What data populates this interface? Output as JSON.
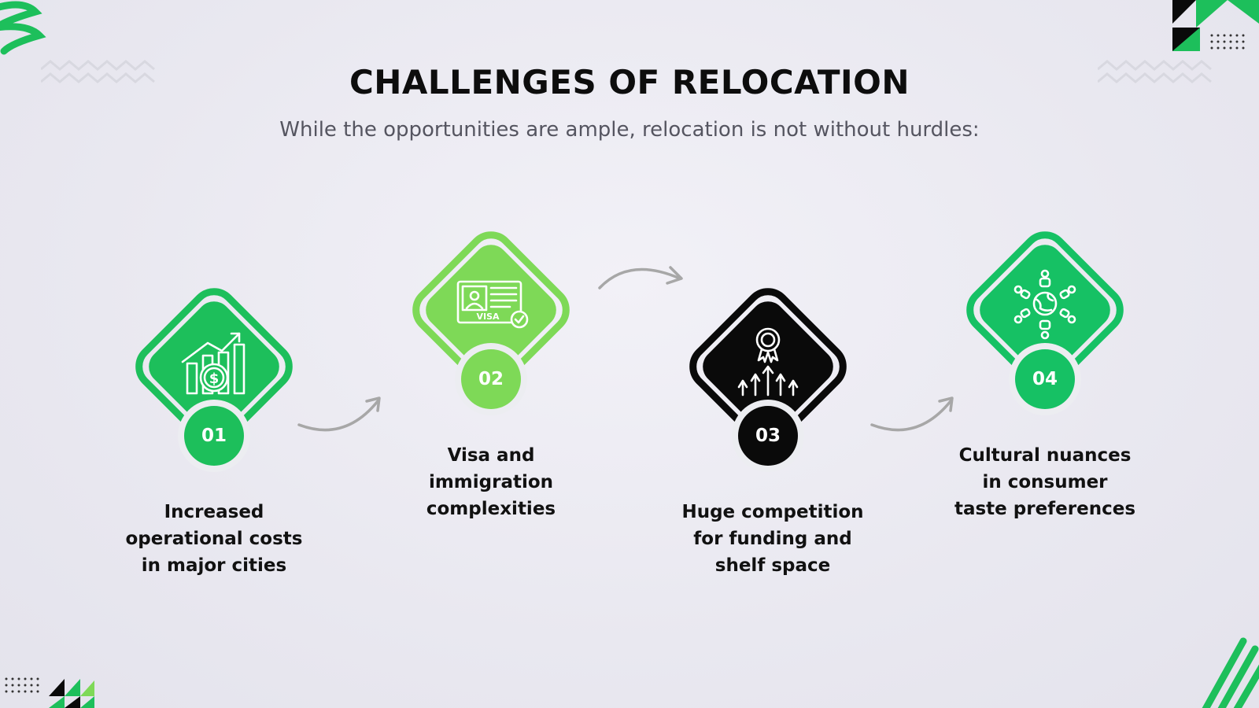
{
  "title": "CHALLENGES OF RELOCATION",
  "subtitle": "While the opportunities are ample, relocation is not without hurdles:",
  "steps": [
    {
      "number": "01",
      "caption_lines": [
        "Increased",
        "operational costs",
        "in major cities"
      ],
      "icon": "growth-chart-dollar-icon",
      "color": "#1dbf5b"
    },
    {
      "number": "02",
      "caption_lines": [
        "Visa and",
        "immigration",
        "complexities"
      ],
      "icon": "visa-card-icon",
      "color": "#7ed957"
    },
    {
      "number": "03",
      "caption_lines": [
        "Huge competition",
        "for funding and",
        "shelf space"
      ],
      "icon": "award-arrows-icon",
      "color": "#0a0a0a"
    },
    {
      "number": "04",
      "caption_lines": [
        "Cultural nuances",
        "in consumer",
        "taste preferences"
      ],
      "icon": "global-network-icon",
      "color": "#16c164"
    }
  ],
  "icon_texts": {
    "visa": "VISA"
  },
  "colors": {
    "green": "#1dbf5b",
    "light_green": "#7ed957",
    "black": "#0a0a0a",
    "arrow_gray": "#a7a7a7"
  }
}
